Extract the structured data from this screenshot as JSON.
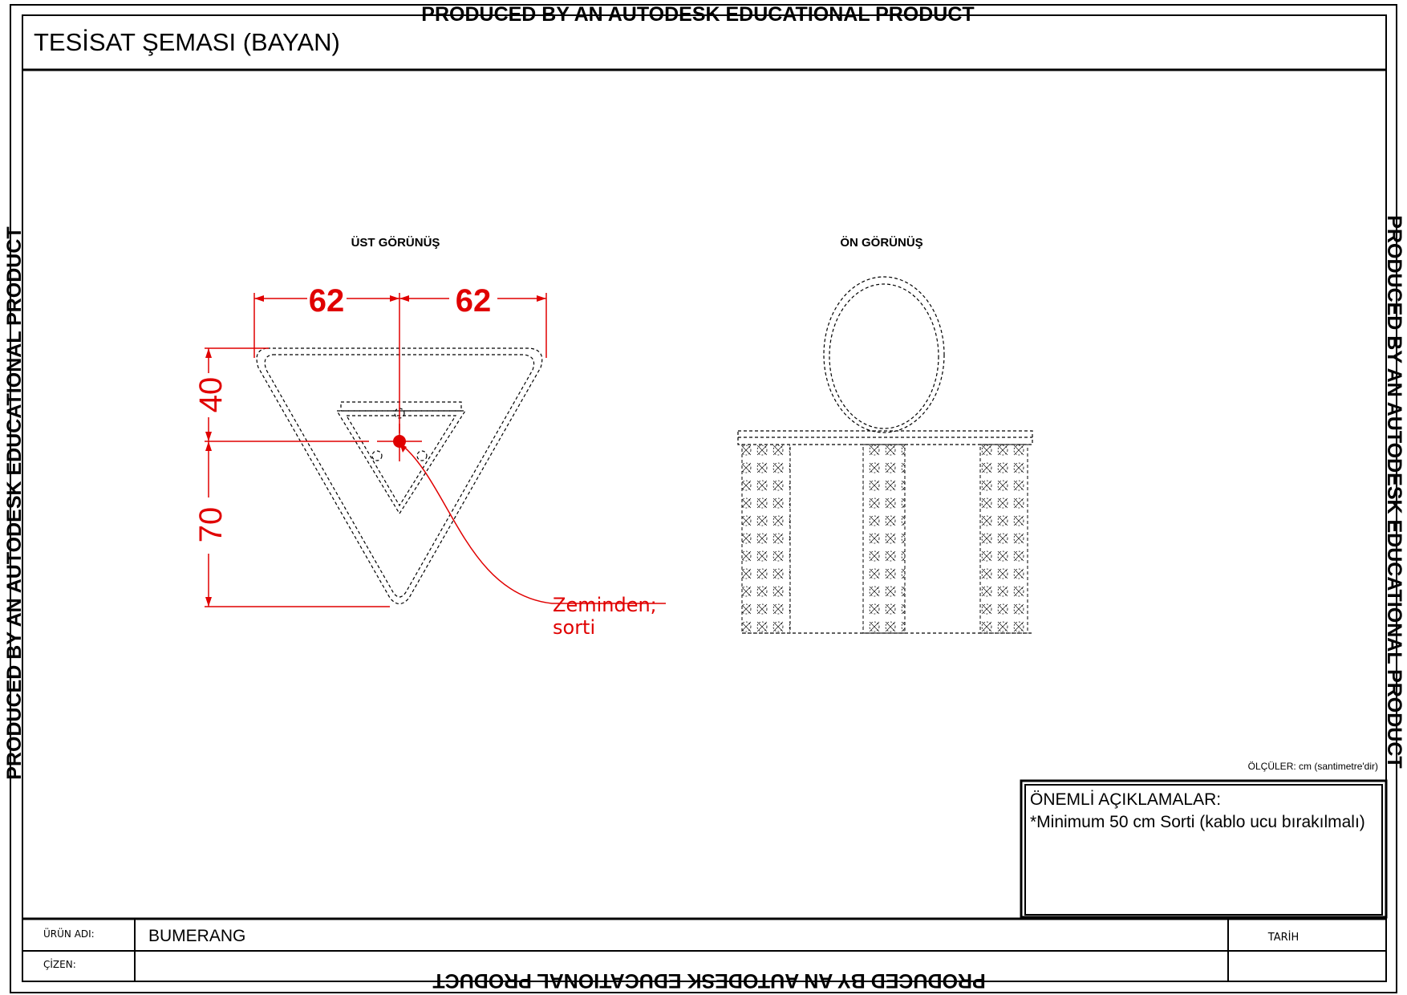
{
  "watermark": "PRODUCED BY AN AUTODESK EDUCATIONAL PRODUCT",
  "title": "TESİSAT ŞEMASI (BAYAN)",
  "views": {
    "top": "ÜST GÖRÜNÜŞ",
    "front": "ÖN GÖRÜNÜŞ"
  },
  "dimensions": {
    "left_width": "62",
    "right_width": "62",
    "upper_height": "40",
    "lower_height": "70"
  },
  "annotation": {
    "line1": "Zeminden;",
    "line2": "sorti"
  },
  "units_note": "ÖLÇÜLER: cm (santimetre'dir)",
  "notes": {
    "heading": "ÖNEMLİ AÇIKLAMALAR:",
    "item": "*Minimum 50 cm Sorti (kablo ucu bırakılmalı)"
  },
  "title_block": {
    "product_label": "ÜRÜN ADI:",
    "product_value": "BUMERANG",
    "drawn_by_label": "ÇİZEN:",
    "date_label": "TARİH"
  },
  "colors": {
    "dimension": "#e00000",
    "line": "#000000"
  }
}
